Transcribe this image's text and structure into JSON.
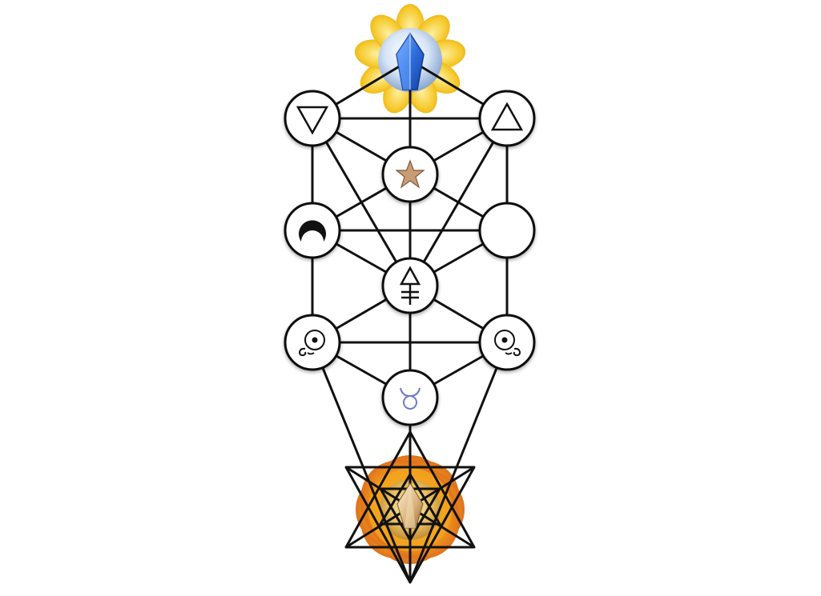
{
  "diagram": {
    "type": "tree-of-life",
    "background": "#ffffff",
    "line_color": "#111111",
    "node_fill": "#ffffff",
    "nodes": [
      {
        "id": "crown",
        "icon": "blue-crystal-on-yellow-flower-icon",
        "style": "image"
      },
      {
        "id": "left-upper",
        "icon": "water-triangle-icon",
        "style": "circle"
      },
      {
        "id": "right-upper",
        "icon": "fire-triangle-icon",
        "style": "circle"
      },
      {
        "id": "center-upper",
        "icon": "bronze-star-icon",
        "style": "circle"
      },
      {
        "id": "left-middle",
        "icon": "crescent-moon-icon",
        "style": "circle"
      },
      {
        "id": "right-middle",
        "icon": "crescent-moon-icon",
        "style": "circle"
      },
      {
        "id": "center-middle",
        "icon": "sulfur-symbol-icon",
        "style": "circle"
      },
      {
        "id": "left-lower",
        "icon": "swirl-sun-symbol-icon",
        "style": "circle"
      },
      {
        "id": "right-lower",
        "icon": "swirl-sun-symbol-icon",
        "style": "circle"
      },
      {
        "id": "center-lower",
        "icon": "taurus-symbol-icon",
        "style": "circle"
      },
      {
        "id": "root",
        "icon": "merkaba-on-orange-flower-icon",
        "style": "image"
      }
    ],
    "edges": [
      [
        "crown",
        "left-upper"
      ],
      [
        "crown",
        "right-upper"
      ],
      [
        "crown",
        "center-upper"
      ],
      [
        "left-upper",
        "right-upper"
      ],
      [
        "left-upper",
        "center-upper"
      ],
      [
        "right-upper",
        "center-upper"
      ],
      [
        "left-upper",
        "left-middle"
      ],
      [
        "right-upper",
        "right-middle"
      ],
      [
        "left-upper",
        "center-middle"
      ],
      [
        "right-upper",
        "center-middle"
      ],
      [
        "center-upper",
        "left-middle"
      ],
      [
        "center-upper",
        "right-middle"
      ],
      [
        "center-upper",
        "center-middle"
      ],
      [
        "left-middle",
        "right-middle"
      ],
      [
        "left-middle",
        "center-middle"
      ],
      [
        "right-middle",
        "center-middle"
      ],
      [
        "left-middle",
        "left-lower"
      ],
      [
        "right-middle",
        "right-lower"
      ],
      [
        "center-middle",
        "left-lower"
      ],
      [
        "center-middle",
        "right-lower"
      ],
      [
        "center-middle",
        "center-lower"
      ],
      [
        "left-lower",
        "right-lower"
      ],
      [
        "left-lower",
        "center-lower"
      ],
      [
        "right-lower",
        "center-lower"
      ],
      [
        "left-lower",
        "root"
      ],
      [
        "right-lower",
        "root"
      ],
      [
        "center-lower",
        "root"
      ]
    ],
    "colors": {
      "crystal_blue": "#2f6fe0",
      "flower_yellow": "#f6cf2a",
      "flower_orange": "#f39a1b",
      "flower_red": "#d9531e",
      "star_bronze": "#b98a62",
      "taurus_blue": "#6d7ac7"
    }
  }
}
